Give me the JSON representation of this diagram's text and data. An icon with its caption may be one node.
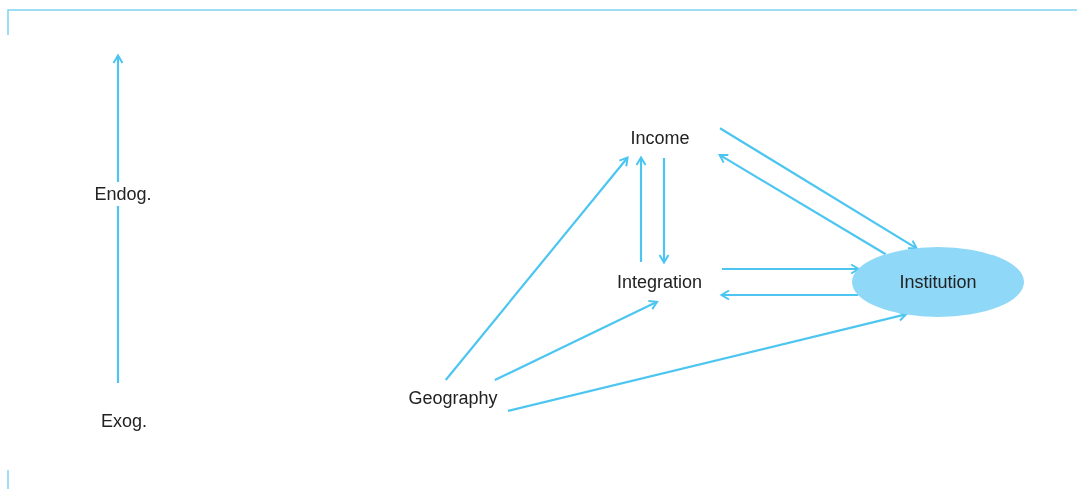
{
  "diagram": {
    "nodes": [
      {
        "text": [
          "Income"
        ]
      },
      {
        "text": [
          "Integration"
        ]
      },
      {
        "text": [
          "Institution"
        ]
      },
      {
        "text": [
          "Geography"
        ]
      }
    ],
    "edges": [
      {
        "from": 1,
        "to": 0,
        "arrow": "to"
      },
      {
        "from": 0,
        "to": 1,
        "arrow": "to"
      },
      {
        "from": 0,
        "to": 2,
        "arrow": "to"
      },
      {
        "from": 2,
        "to": 0,
        "arrow": "to"
      },
      {
        "from": 1,
        "to": 2,
        "arrow": "to"
      },
      {
        "from": 2,
        "to": 1,
        "arrow": "to"
      },
      {
        "from": 3,
        "to": 0,
        "arrow": "to"
      },
      {
        "from": 3,
        "to": 1,
        "arrow": "to"
      },
      {
        "from": 3,
        "to": 2,
        "arrow": "to"
      }
    ],
    "labels": [
      "Endog.",
      "Exog."
    ]
  }
}
